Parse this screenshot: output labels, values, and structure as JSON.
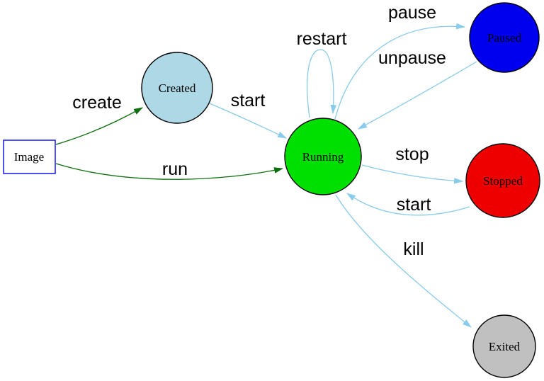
{
  "diagram": {
    "kind": "state-transition-diagram",
    "background": "#ffffff"
  },
  "colors": {
    "edge_blue": "#88cbea",
    "edge_green": "#0e6e0e",
    "text": "#000000",
    "node_border": "#000000",
    "image_border": "#2222ee"
  },
  "nodes": {
    "image": {
      "label": "Image",
      "shape": "rect",
      "fill": "#ffffff"
    },
    "created": {
      "label": "Created",
      "shape": "circle",
      "fill": "#add8e6"
    },
    "running": {
      "label": "Running",
      "shape": "circle",
      "fill": "#00e000"
    },
    "paused": {
      "label": "Paused",
      "shape": "circle",
      "fill": "#0000ee"
    },
    "stopped": {
      "label": "Stopped",
      "shape": "circle",
      "fill": "#ee0000"
    },
    "exited": {
      "label": "Exited",
      "shape": "circle",
      "fill": "#c0c0c0"
    }
  },
  "edges": [
    {
      "label": "create",
      "from": "image",
      "to": "created"
    },
    {
      "label": "run",
      "from": "image",
      "to": "running"
    },
    {
      "label": "start",
      "from": "created",
      "to": "running"
    },
    {
      "label": "restart",
      "from": "running",
      "to": "running"
    },
    {
      "label": "pause",
      "from": "running",
      "to": "paused"
    },
    {
      "label": "unpause",
      "from": "paused",
      "to": "running"
    },
    {
      "label": "stop",
      "from": "running",
      "to": "stopped"
    },
    {
      "label": "start",
      "from": "stopped",
      "to": "running"
    },
    {
      "label": "kill",
      "from": "running",
      "to": "exited"
    }
  ]
}
